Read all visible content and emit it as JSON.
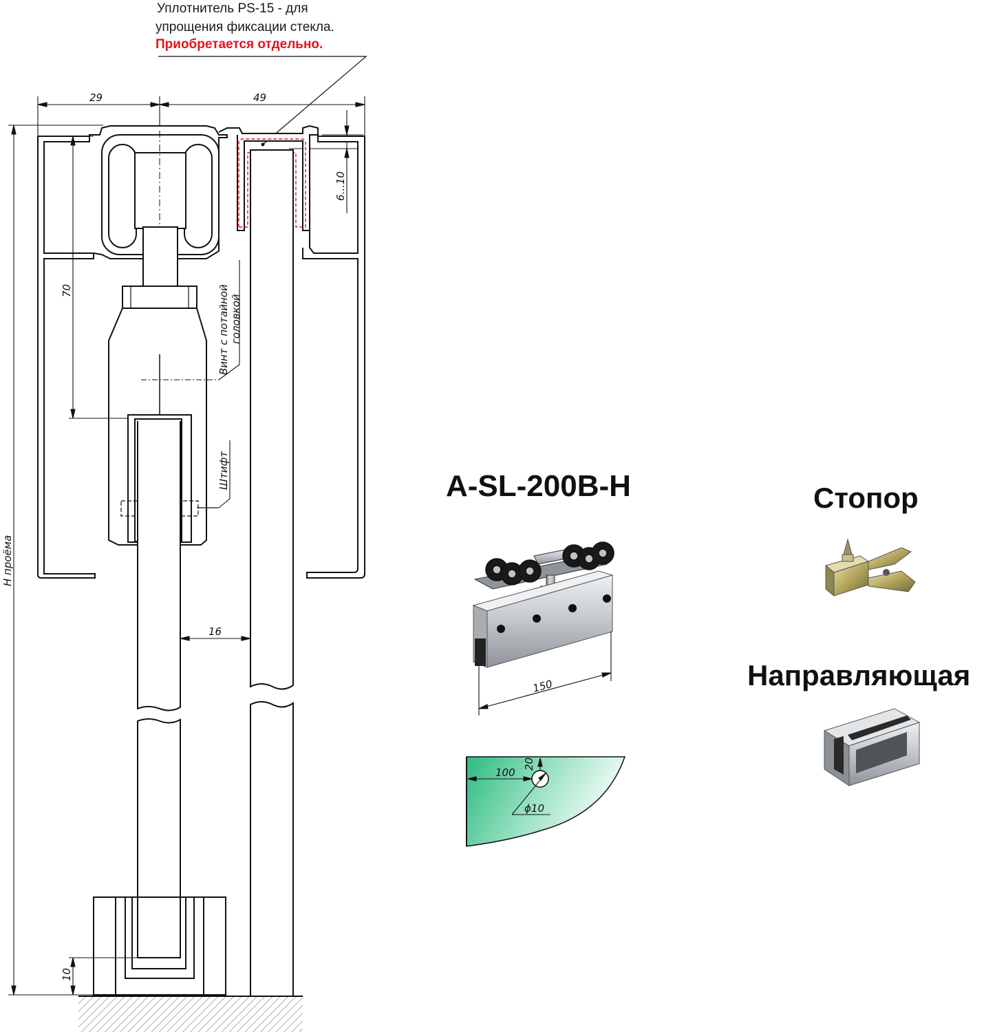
{
  "note": {
    "line1": "Уплотнитель PS-15 - для",
    "line2": "упрощения фиксации стекла.",
    "line3": "Приобретается отдельно."
  },
  "dimensions": {
    "d29": "29",
    "d49": "49",
    "d6_10": "6...10",
    "d70": "70",
    "d16": "16",
    "d10": "10",
    "d150": "150",
    "d100": "100",
    "d20": "20",
    "dphi10": "ϕ10",
    "h_opening": "H проёма"
  },
  "callouts": {
    "screw_line1": "Винт с потайной",
    "screw_line2": "головкой",
    "pin": "Штифт"
  },
  "titles": {
    "model": "A-SL-200B-H",
    "stopper": "Стопор",
    "guide": "Направляющая"
  },
  "colors": {
    "line": "#111111",
    "seal_dash": "#e0141c",
    "glass_start": "#2dbb80",
    "glass_end": "#eafaf3",
    "metal": "#c9ccd0"
  }
}
